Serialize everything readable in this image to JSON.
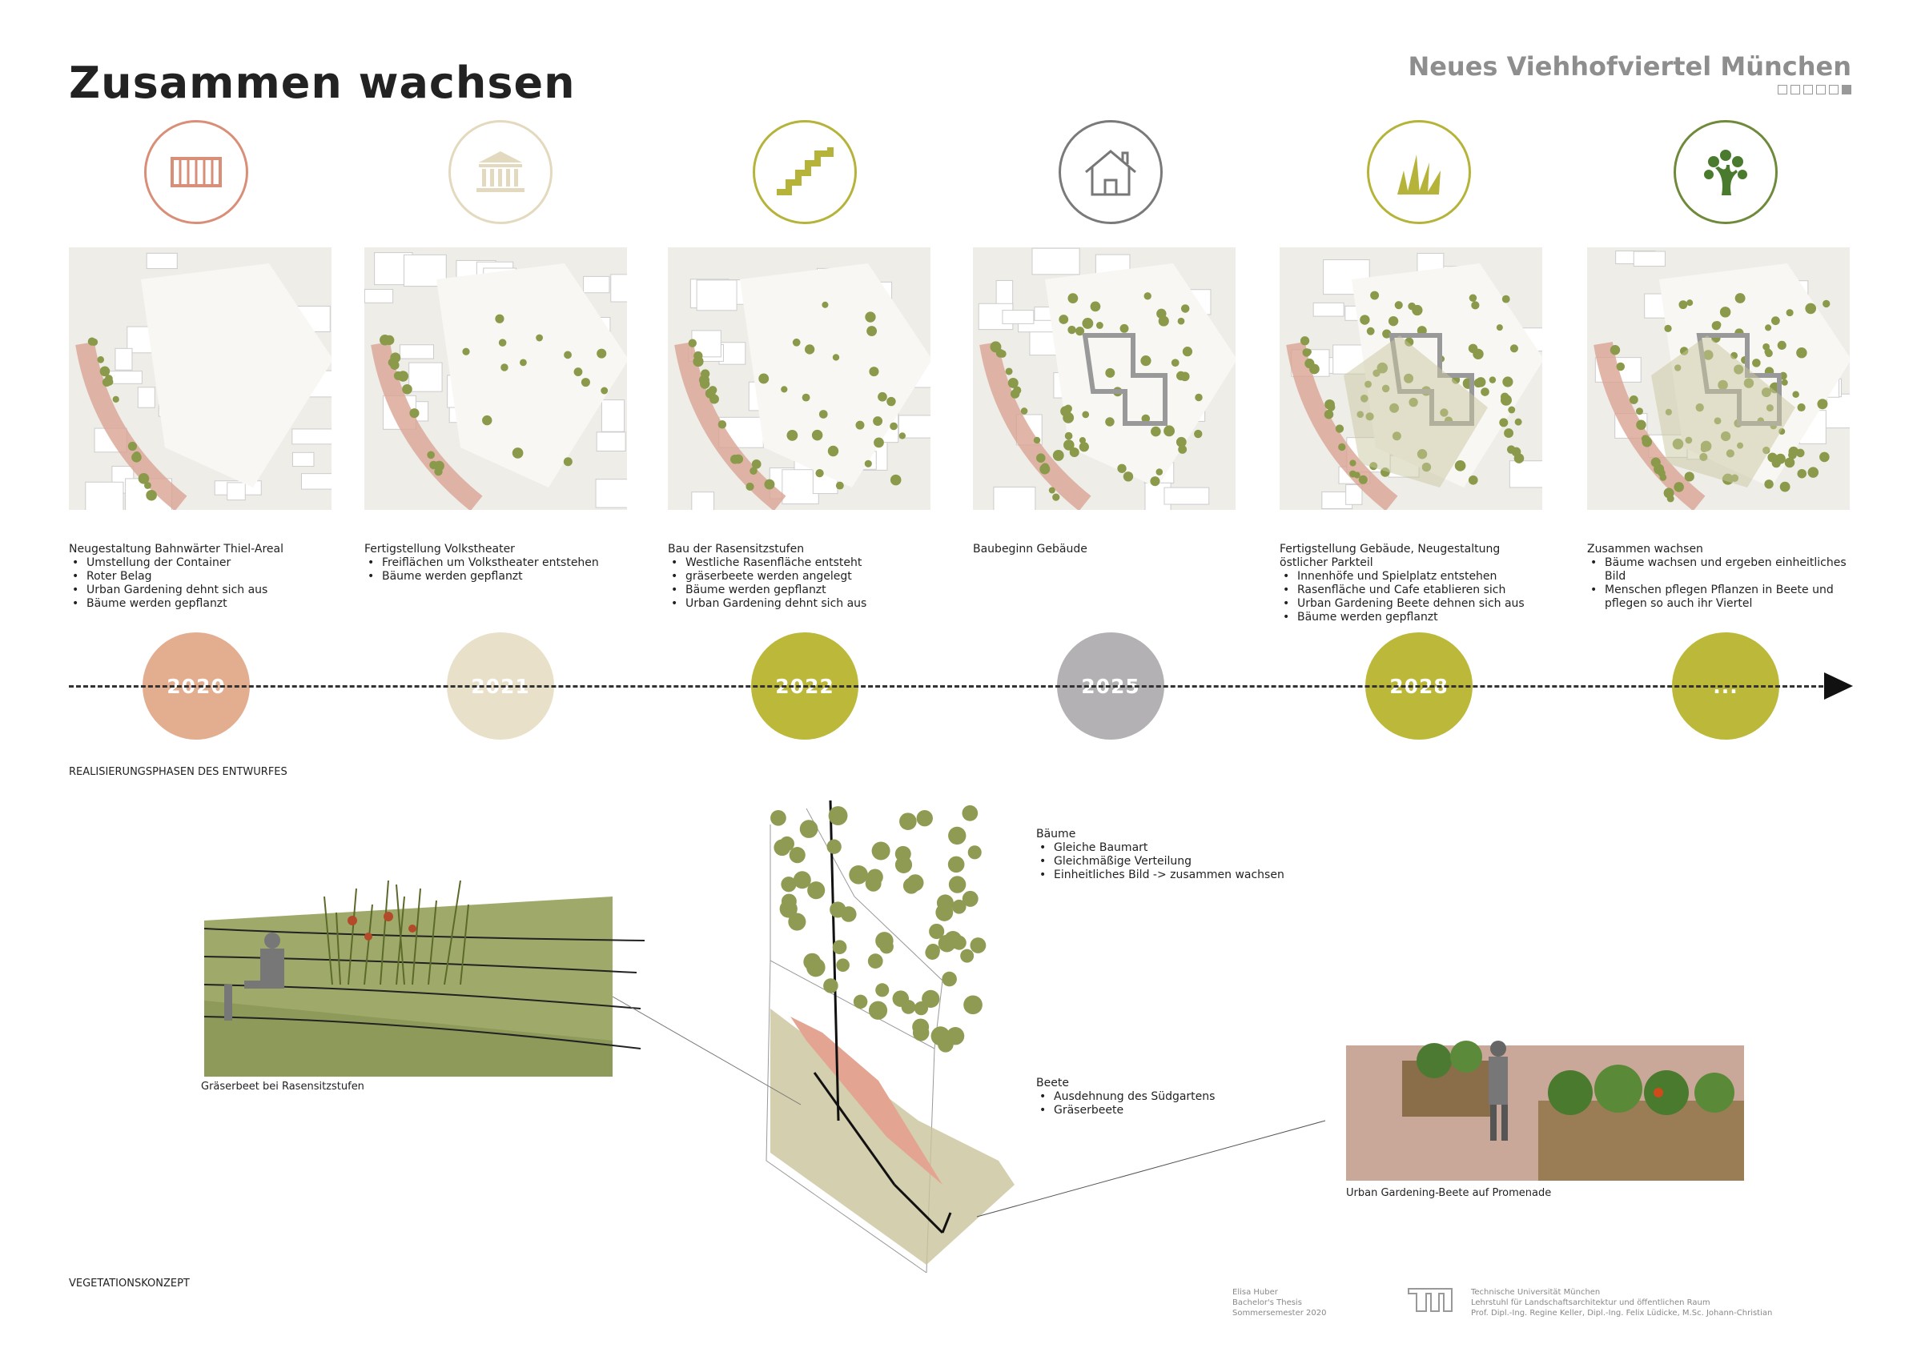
{
  "header": {
    "title": "Zusammen wachsen",
    "project": "Neues Viehhofviertel München",
    "page_indicator": {
      "total": 6,
      "current": 6
    }
  },
  "phases": [
    {
      "year": "2020",
      "color": "#e3ad8f",
      "ring": "#d98e78",
      "icon": "container-icon",
      "heading": "Neugestaltung Bahnwärter Thiel-Areal",
      "bullets": [
        "Umstellung der Container",
        "Roter Belag",
        "Urban Gardening dehnt sich aus",
        "Bäume werden gepflanzt"
      ]
    },
    {
      "year": "2021",
      "color": "#e8e0c8",
      "ring": "#e3d9bf",
      "icon": "theater-icon",
      "heading": "Fertigstellung Volkstheater",
      "bullets": [
        "Freiflächen um Volkstheater entstehen",
        "Bäume werden gepflanzt"
      ]
    },
    {
      "year": "2022",
      "color": "#bcb83a",
      "ring": "#b5b33a",
      "icon": "stairs-icon",
      "heading": "Bau der Rasensitzstufen",
      "bullets": [
        "Westliche Rasenfläche entsteht",
        "gräserbeete werden angelegt",
        "Bäume werden gepflanzt",
        "Urban Gardening dehnt sich aus"
      ]
    },
    {
      "year": "2025",
      "color": "#b3b1b3",
      "ring": "#7a7a7a",
      "icon": "house-icon",
      "heading": "Baubeginn Gebäude",
      "bullets": []
    },
    {
      "year": "2028",
      "color": "#bcb83a",
      "ring": "#b5b33a",
      "icon": "grass-icon",
      "heading": "Fertigstellung Gebäude, Neugestaltung östlicher Parkteil",
      "bullets": [
        "Innenhöfe und Spielplatz entstehen",
        "Rasenfläche und Cafe etablieren sich",
        "Urban Gardening Beete dehnen sich aus",
        "Bäume werden gepflanzt"
      ]
    },
    {
      "year": "...",
      "color": "#bcb83a",
      "ring": "#6e8a3a",
      "icon": "tree-icon",
      "heading": "Zusammen wachsen",
      "bullets": [
        "Bäume wachsen und ergeben einheitliches Bild",
        "Menschen pflegen Pflanzen in Beete und pflegen so auch ihr Viertel"
      ]
    }
  ],
  "section1": "REALISIERUNGSPHASEN DES ENTWURFES",
  "section2": "VEGETATIONSKONZEPT",
  "captions": {
    "left": "Gräserbeet bei Rasensitzstufen",
    "right": "Urban Gardening-Beete auf Promenade"
  },
  "trees": {
    "heading": "Bäume",
    "bullets": [
      "Gleiche Baumart",
      "Gleichmäßige Verteilung",
      "Einheitliches Bild -> zusammen wachsen"
    ]
  },
  "beds": {
    "heading": "Beete",
    "bullets": [
      "Ausdehnung des Südgartens",
      "Gräserbeete"
    ]
  },
  "footer": {
    "author": [
      "Elisa Huber",
      "Bachelor's Thesis",
      "Sommersemester 2020"
    ],
    "logo": "TUM",
    "institution": [
      "Technische Universität München",
      "Lehrstuhl für Landschaftsarchitektur und öffentlichen Raum",
      "Prof. Dipl.-Ing. Regine Keller, Dipl.-Ing. Felix Lüdicke, M.Sc. Johann-Christian"
    ]
  }
}
